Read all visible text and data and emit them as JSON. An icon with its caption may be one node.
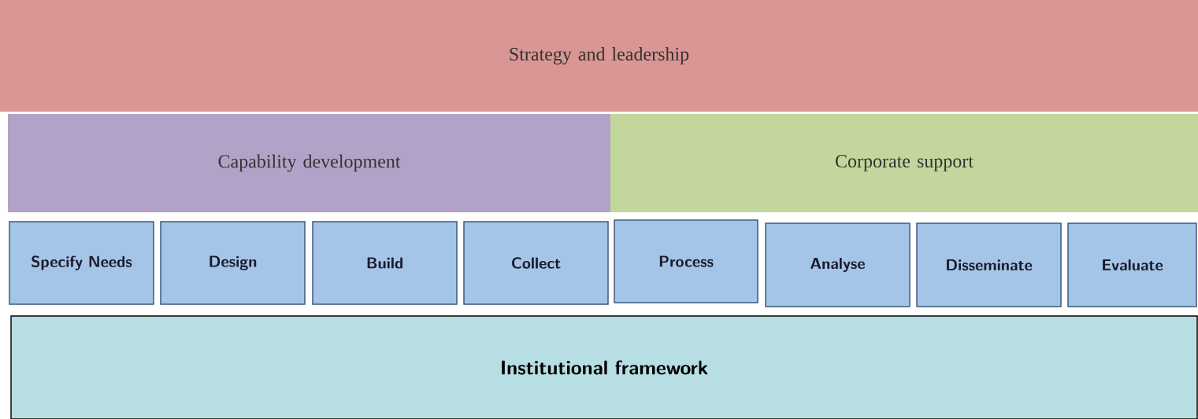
{
  "diagram": {
    "nodes": [
      {
        "text": [
          "Strategy and leadership"
        ]
      },
      {
        "text": [
          "Capability development"
        ]
      },
      {
        "text": [
          "Corporate support"
        ]
      },
      {
        "text": [
          "Specify Needs"
        ]
      },
      {
        "text": [
          "Design"
        ]
      },
      {
        "text": [
          "Build"
        ]
      },
      {
        "text": [
          "Collect"
        ]
      },
      {
        "text": [
          "Process"
        ]
      },
      {
        "text": [
          "Analyse"
        ]
      },
      {
        "text": [
          "Disseminate"
        ]
      },
      {
        "text": [
          "Evaluate"
        ]
      },
      {
        "text": [
          "Institutional framework"
        ]
      }
    ]
  }
}
